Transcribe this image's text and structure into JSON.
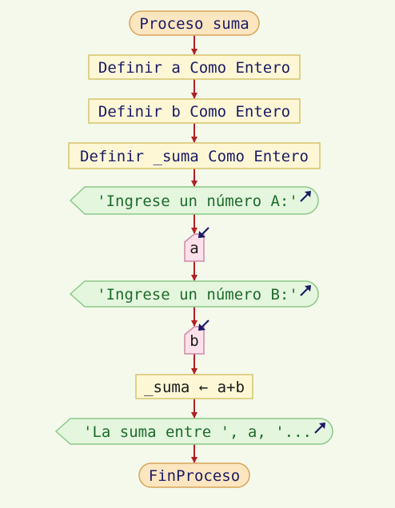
{
  "diagram": {
    "colors": {
      "background": "#f4f9ec",
      "terminal_fill": "#fbe6c0",
      "terminal_stroke": "#d9a45a",
      "define_fill": "#fdf7d6",
      "define_stroke": "#d6c46a",
      "output_fill": "#e4f6de",
      "output_stroke": "#8cc886",
      "input_fill": "#fde0ea",
      "input_stroke": "#d088a6",
      "arrow": "#b22020",
      "io_arrow": "#1a1a66"
    },
    "nodes": [
      {
        "id": "start",
        "type": "terminal",
        "text": "Proceso suma"
      },
      {
        "id": "def-a",
        "type": "define",
        "text": "Definir a Como Entero"
      },
      {
        "id": "def-b",
        "type": "define",
        "text": "Definir b Como Entero"
      },
      {
        "id": "def-suma",
        "type": "define",
        "text": "Definir _suma Como Entero"
      },
      {
        "id": "out-a",
        "type": "output",
        "text": "'Ingrese un número A:'",
        "icon": "output-arrow-icon"
      },
      {
        "id": "in-a",
        "type": "input",
        "text": "a",
        "icon": "input-arrow-icon"
      },
      {
        "id": "out-b",
        "type": "output",
        "text": "'Ingrese un número B:'",
        "icon": "output-arrow-icon"
      },
      {
        "id": "in-b",
        "type": "input",
        "text": "b",
        "icon": "input-arrow-icon"
      },
      {
        "id": "assign",
        "type": "process",
        "text": "_suma ← a+b"
      },
      {
        "id": "out-result",
        "type": "output",
        "text": "'La suma entre ', a, '...",
        "icon": "output-arrow-icon"
      },
      {
        "id": "end",
        "type": "terminal",
        "text": "FinProceso"
      }
    ]
  }
}
